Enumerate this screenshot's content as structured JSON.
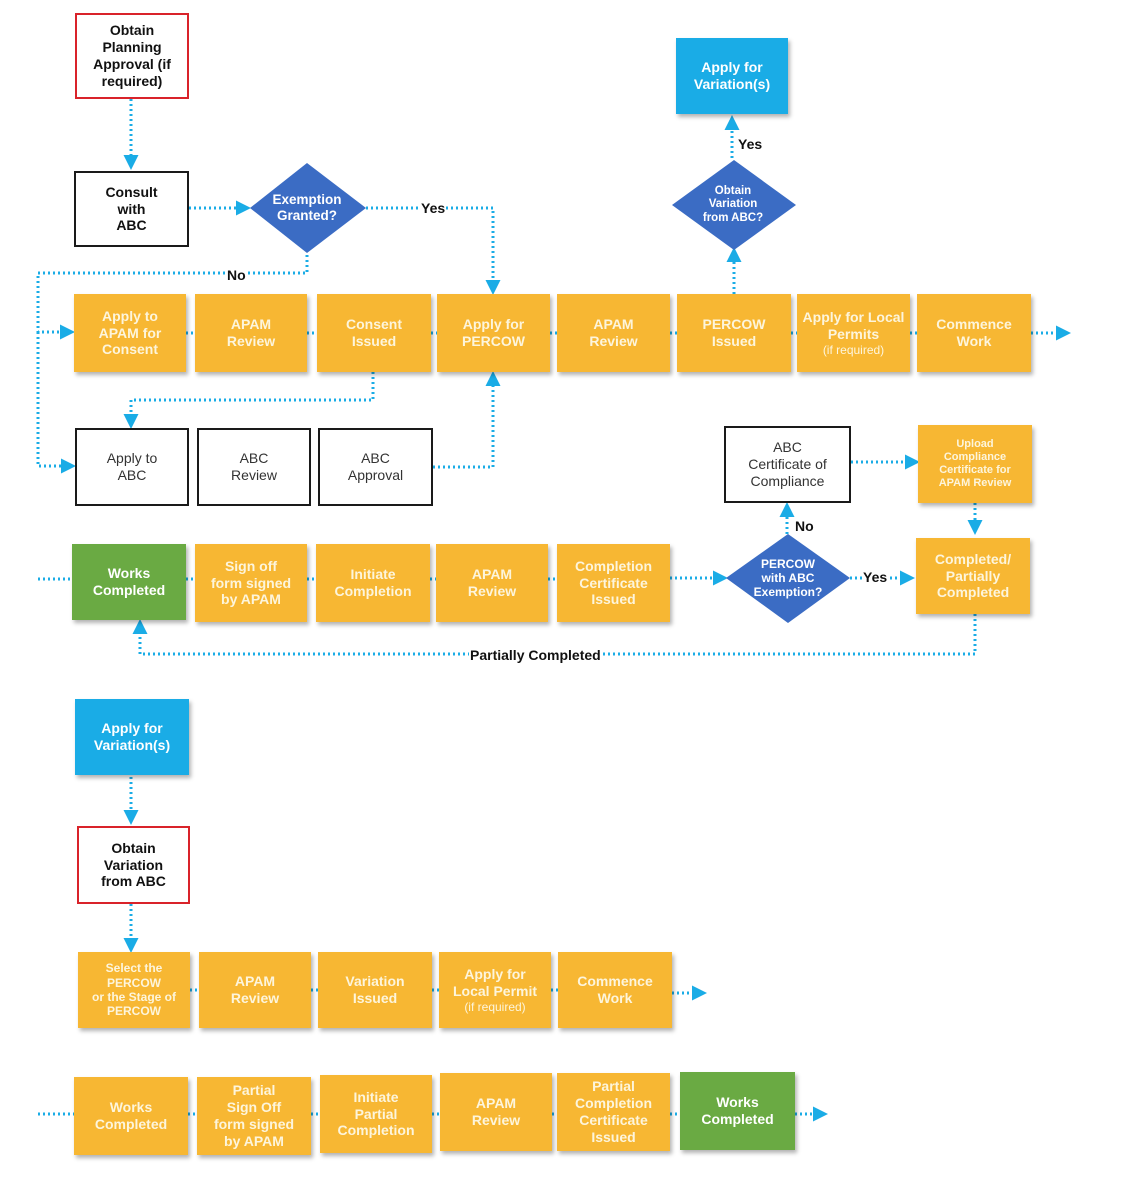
{
  "colors": {
    "process": "#f7b733",
    "complete": "#6aaa43",
    "variation": "#1aace6",
    "decision": "#3b6cc4",
    "connector": "#1aace6",
    "planning_border": "#d9232a"
  },
  "nodes": {
    "obtain_planning": "Obtain\nPlanning\nApproval (if\nrequired)",
    "consult_abc": "Consult\nwith\nABC",
    "exemption_granted": "Exemption\nGranted?",
    "apply_variation_top": "Apply for\nVariation(s)",
    "obtain_variation_decision": "Obtain\nVariation\nfrom ABC?",
    "apply_apam_consent": "Apply to\nAPAM  for\nConsent",
    "apam_review_1": "APAM\nReview",
    "consent_issued": "Consent\nIssued",
    "apply_percow": "Apply for\nPERCOW",
    "apam_review_2": "APAM\nReview",
    "percow_issued": "PERCOW\nIssued",
    "apply_local_permits": "Apply for Local\nPermits",
    "apply_local_permits_note": "(if required)",
    "commence_work_1": "Commence\nWork",
    "apply_to_abc": "Apply to\nABC",
    "abc_review": "ABC\nReview",
    "abc_approval": "ABC\nApproval",
    "abc_certificate": "ABC\nCertificate of\nCompliance",
    "upload_compliance": "Upload\nCompliance\nCertificate for\nAPAM Review",
    "works_completed_1": "Works\nCompleted",
    "sign_off_apam": "Sign off\nform signed\nby APAM",
    "initiate_completion": "Initiate\nCompletion",
    "apam_review_3": "APAM\nReview",
    "completion_certificate": "Completion\nCertificate\nIssued",
    "percow_exemption": "PERCOW\nwith ABC\nExemption?",
    "completed_partially": "Completed/\nPartially\nCompleted",
    "apply_variation_2": "Apply for\nVariation(s)",
    "obtain_variation_abc": "Obtain\nVariation\nfrom ABC",
    "select_percow": "Select the\nPERCOW\nor the Stage of\nPERCOW",
    "apam_review_4": "APAM\nReview",
    "variation_issued": "Variation\nIssued",
    "apply_local_permit": "Apply for\nLocal Permit",
    "apply_local_permit_note": "(if required)",
    "commence_work_2": "Commence\nWork",
    "works_completed_2": "Works\nCompleted",
    "partial_sign_off": "Partial\nSign Off\nform signed\nby APAM",
    "initiate_partial": "Initiate\nPartial\nCompletion",
    "apam_review_5": "APAM\nReview",
    "partial_completion_cert": "Partial\nCompletion\nCertificate\nIssued",
    "works_completed_3": "Works\nCompleted"
  },
  "edge_labels": {
    "yes_exemption": "Yes",
    "no_exemption": "No",
    "yes_variation": "Yes",
    "no_percow": "No",
    "yes_percow": "Yes",
    "partially_completed": "Partially Completed"
  }
}
